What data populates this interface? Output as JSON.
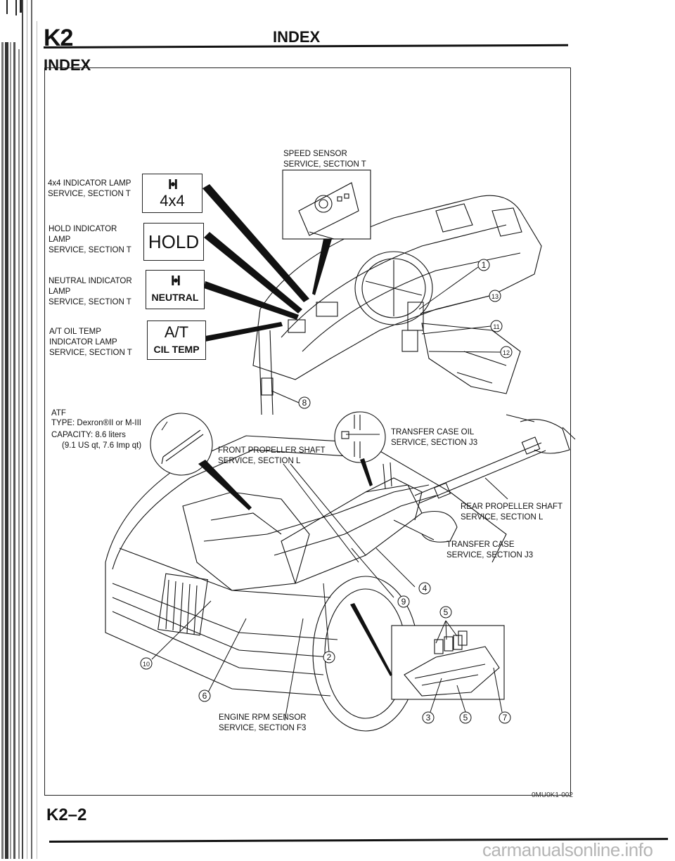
{
  "header": {
    "section_code": "K2",
    "title": "INDEX"
  },
  "subtitle": "INDEX",
  "figure": {
    "indicator_lamps": [
      {
        "label": "4x4 INDICATOR LAMP\nSERVICE, SECTION T",
        "symbol": "I•I",
        "text": "4x4"
      },
      {
        "label": "HOLD INDICATOR\nLAMP\nSERVICE, SECTION T",
        "symbol": "",
        "text": "HOLD"
      },
      {
        "label": "NEUTRAL INDICATOR\nLAMP\nSERVICE, SECTION T",
        "symbol": "I•I",
        "text": "NEUTRAL"
      },
      {
        "label": "A/T OIL TEMP\nINDICATOR LAMP\nSERVICE, SECTION T",
        "symbol": "",
        "text": "A/T",
        "text2": "CIL TEMP"
      }
    ],
    "speed_sensor": "SPEED SENSOR\nSERVICE, SECTION T",
    "atf": {
      "title": "ATF",
      "type": "TYPE: Dexron®II or M-III",
      "capacity": "CAPACITY: 8.6 liters",
      "capacity_alt": "(9.1 US qt, 7.6 Imp qt)"
    },
    "front_propeller_shaft": "FRONT PROPELLER SHAFT\nSERVICE, SECTION L",
    "transfer_case_oil": "TRANSFER CASE OIL\nSERVICE, SECTION J3",
    "rear_propeller_shaft": "REAR PROPELLER SHAFT\nSERVICE, SECTION L",
    "transfer_case": "TRANSFER CASE\nSERVICE, SECTION J3",
    "engine_rpm_sensor": "ENGINE RPM SENSOR\nSERVICE, SECTION F3",
    "callouts": {
      "c1": "1",
      "c2": "2",
      "c3": "3",
      "c4": "4",
      "c5a": "5",
      "c5b": "5",
      "c6": "6",
      "c7": "7",
      "c8": "8",
      "c9": "9",
      "c10": "10",
      "c11": "11",
      "c12": "12",
      "c13": "13"
    },
    "figure_code": "0MU0K1-002"
  },
  "footer": {
    "page_number": "K2–2",
    "watermark": "carmanualsonline.info"
  }
}
